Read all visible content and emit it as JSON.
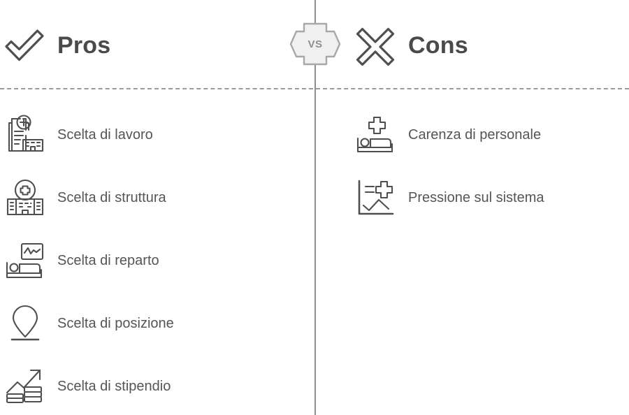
{
  "header": {
    "pros": {
      "title": "Pros",
      "icon": "check-mark-icon"
    },
    "cons": {
      "title": "Cons",
      "icon": "cross-mark-icon"
    },
    "vs_badge": {
      "label": "VS",
      "icon": "vs-arrow-badge-icon"
    }
  },
  "colors": {
    "heading_text": "#4a4a4a",
    "body_text": "#555555",
    "icon_stroke": "#4f4f4f",
    "divider": "#8d8d8d",
    "dashed_divider": "#9a9a9a",
    "badge_fill": "#f0f0f0",
    "badge_stroke": "#a8a8a8",
    "background": "#ffffff"
  },
  "pros": {
    "items": [
      {
        "label": "Scelta di lavoro",
        "icon": "document-plus-building-icon"
      },
      {
        "label": "Scelta di struttura",
        "icon": "hospital-building-icon"
      },
      {
        "label": "Scelta di reparto",
        "icon": "hospital-bed-monitor-icon"
      },
      {
        "label": "Scelta di posizione",
        "icon": "location-pin-icon"
      },
      {
        "label": "Scelta di stipendio",
        "icon": "rising-arrow-coins-icon"
      }
    ]
  },
  "cons": {
    "items": [
      {
        "label": "Carenza di personale",
        "icon": "bed-medical-cross-icon"
      },
      {
        "label": "Pressione sul sistema",
        "icon": "chart-medical-cross-icon"
      }
    ]
  }
}
